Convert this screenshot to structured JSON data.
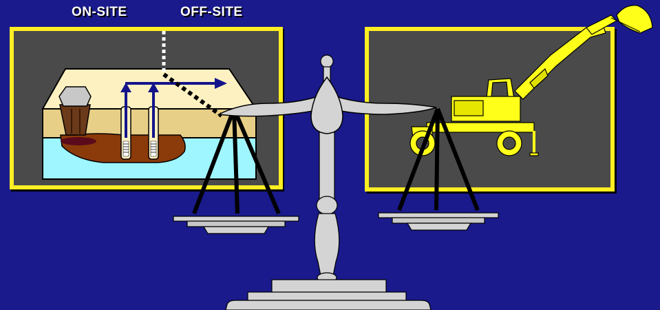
{
  "labels": {
    "on_site": "ON-SITE",
    "off_site": "OFF-SITE"
  },
  "colors": {
    "background": "#1a1a8c",
    "panel_border": "#ffee22",
    "panel_fill": "#4a4a4a",
    "soil_top": "#fdf1c2",
    "soil_mid": "#e7cf87",
    "groundwater": "#9ff6ff",
    "plume": "#8b3a0a",
    "scale": "#d4d4d4",
    "excavator": "#ffff1a"
  },
  "icons": {
    "left_panel": "groundwater-pump-and-treat-cross-section",
    "right_panel": "excavator-icon",
    "center": "balance-scale-icon"
  }
}
